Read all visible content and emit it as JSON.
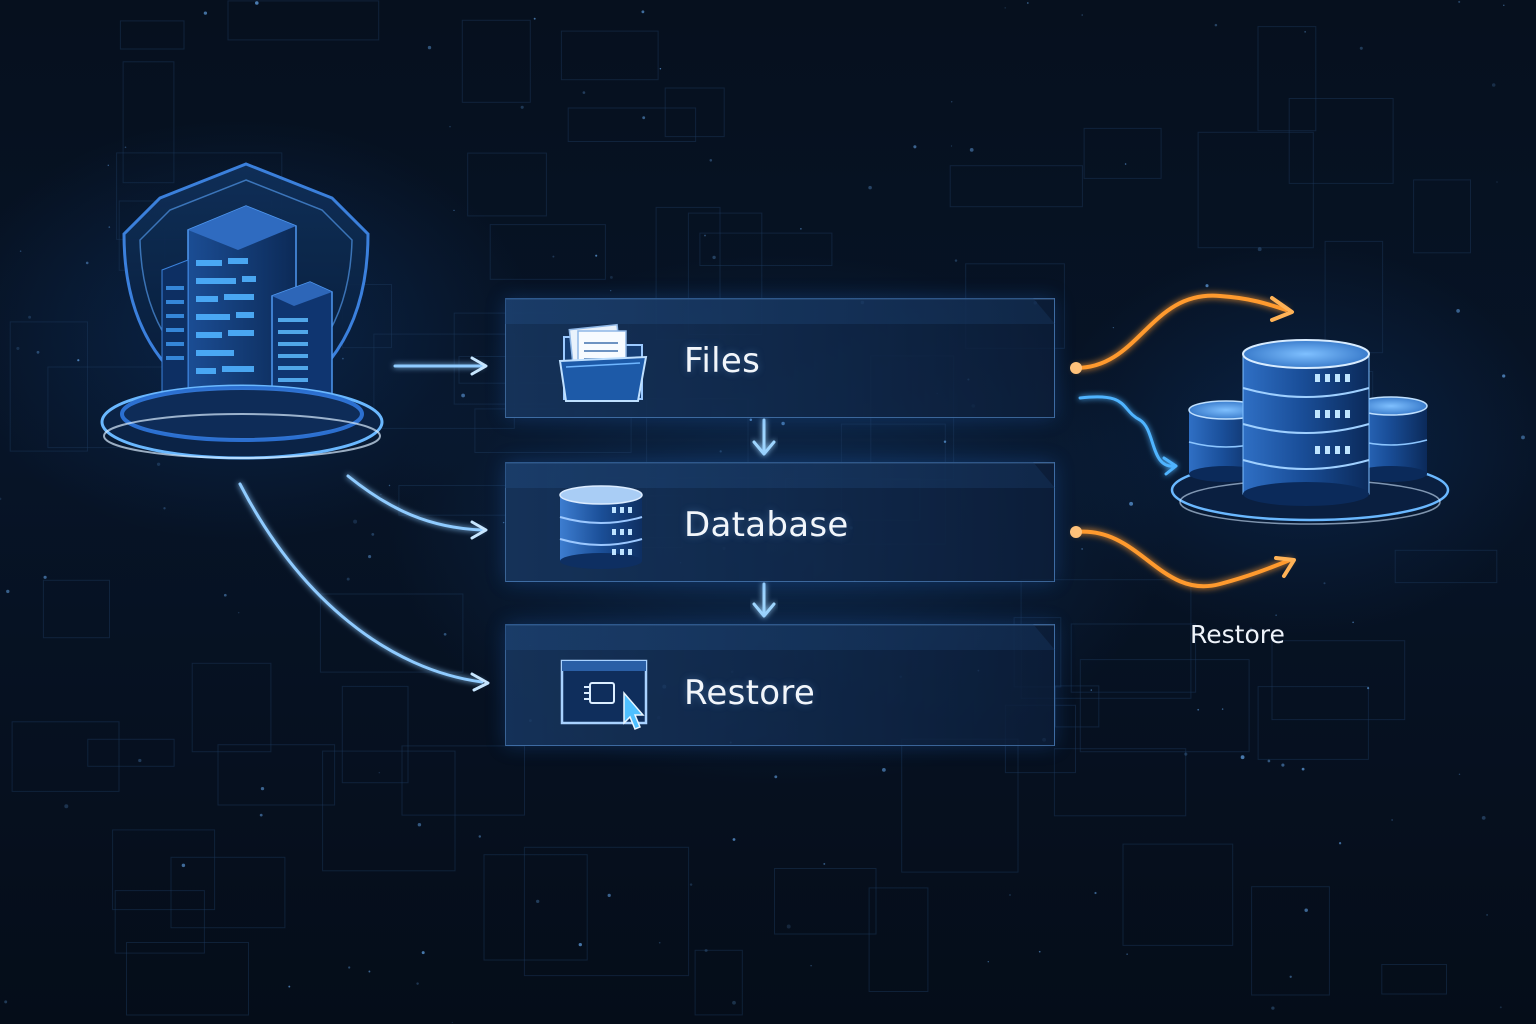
{
  "steps": [
    {
      "label": "Files",
      "icon": "folder-icon"
    },
    {
      "label": "Database",
      "icon": "database-icon"
    },
    {
      "label": "Restore",
      "icon": "restore-screen-icon"
    }
  ],
  "source": {
    "icon": "shielded-server-icon"
  },
  "destination": {
    "label": "Restore",
    "icon": "database-stack-icon"
  },
  "colors": {
    "background": "#040b16",
    "panel": "#16345c",
    "panel_border": "#609ce2",
    "blue_glow": "#4aa8ff",
    "orange_flow": "#ff9a2e",
    "text": "#f2f6fb"
  }
}
